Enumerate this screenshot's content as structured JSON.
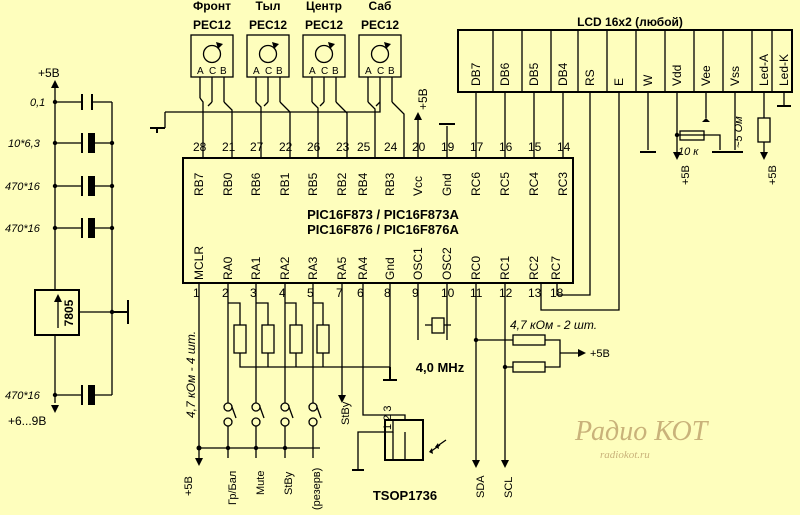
{
  "chip": {
    "line1": "PIC16F873 / PIC16F873A",
    "line2": "PIC16F876 / PIC16F876A",
    "top_pins": [
      {
        "num": "28",
        "name": "RB7"
      },
      {
        "num": "21",
        "name": "RB0"
      },
      {
        "num": "27",
        "name": "RB6"
      },
      {
        "num": "22",
        "name": "RB1"
      },
      {
        "num": "26",
        "name": "RB5"
      },
      {
        "num": "23",
        "name": "RB2"
      },
      {
        "num": "25",
        "name": "RB4"
      },
      {
        "num": "24",
        "name": "RB3"
      },
      {
        "num": "20",
        "name": "Vcc"
      },
      {
        "num": "19",
        "name": "Gnd"
      },
      {
        "num": "17",
        "name": "RC6"
      },
      {
        "num": "16",
        "name": "RC5"
      },
      {
        "num": "15",
        "name": "RC4"
      },
      {
        "num": "14",
        "name": "RC3"
      }
    ],
    "bottom_pins": [
      {
        "num": "1",
        "name": "MCLR"
      },
      {
        "num": "2",
        "name": "RA0"
      },
      {
        "num": "3",
        "name": "RA1"
      },
      {
        "num": "4",
        "name": "RA2"
      },
      {
        "num": "5",
        "name": "RA3"
      },
      {
        "num": "7",
        "name": "RA5"
      },
      {
        "num": "6",
        "name": "RA4"
      },
      {
        "num": "8",
        "name": "Gnd"
      },
      {
        "num": "9",
        "name": "OSC1"
      },
      {
        "num": "10",
        "name": "OSC2"
      },
      {
        "num": "11",
        "name": "RC0"
      },
      {
        "num": "12",
        "name": "RC1"
      },
      {
        "num": "13",
        "name": "RC2"
      },
      {
        "num": "18",
        "name": "RC7"
      }
    ]
  },
  "encoders": [
    {
      "name": "Фронт",
      "part": "PEC12",
      "pins": [
        "A",
        "C",
        "B"
      ]
    },
    {
      "name": "Тыл",
      "part": "PEC12",
      "pins": [
        "A",
        "C",
        "B"
      ]
    },
    {
      "name": "Центр",
      "part": "PEC12",
      "pins": [
        "A",
        "C",
        "B"
      ]
    },
    {
      "name": "Саб",
      "part": "PEC12",
      "pins": [
        "A",
        "C",
        "B"
      ]
    }
  ],
  "lcd": {
    "title": "LCD 16x2 (любой)",
    "pins": [
      "DB7",
      "DB6",
      "DB5",
      "DB4",
      "RS",
      "E",
      "W",
      "Vdd",
      "Vee",
      "Vss",
      "Led-A",
      "Led-K"
    ]
  },
  "power": {
    "input_top": "+5В",
    "input_bottom": "+6...9В",
    "regulator": "7805",
    "caps": [
      "0,1",
      "10*6,3",
      "470*16",
      "470*16"
    ],
    "cap_bottom": "470*16"
  },
  "labels": {
    "plus5_vcc": "+5В",
    "pot": "10 к",
    "led_res": "~5 Ом",
    "vdd_supply": "+5В",
    "led_supply": "+5В",
    "pullups": "4,7 кОм - 4 шт.",
    "pullups_supply": "+5В",
    "i2c_res": "4,7 кОм - 2 шт.",
    "i2c_supply": "+5В",
    "crystal": "4,0 MHz",
    "stby": "StBy",
    "sda": "SDA",
    "scl": "SCL",
    "ir_receiver": "TSOP1736",
    "ir_pins": "1 2 3",
    "buttons": [
      "Гр/Бал",
      "Mute",
      "StBy",
      "(резерв)"
    ]
  },
  "watermark": {
    "line1": "Радио КОТ",
    "line2": "radiokot.ru"
  }
}
